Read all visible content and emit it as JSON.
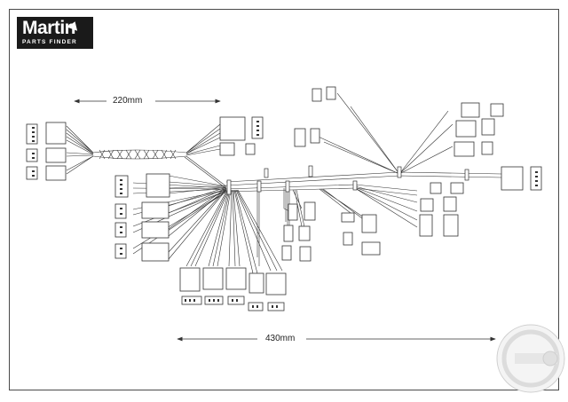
{
  "brand": {
    "name": "Martin",
    "tagline": "PARTS FINDER",
    "color_bg": "#1a1a1a",
    "color_fg": "#ffffff"
  },
  "dimensions": {
    "top_length": "220mm",
    "bottom_length": "430mm"
  },
  "colors": {
    "line": "#333333",
    "frame": "#4a4a4a"
  },
  "icons": [
    "reel-logo-icon"
  ]
}
